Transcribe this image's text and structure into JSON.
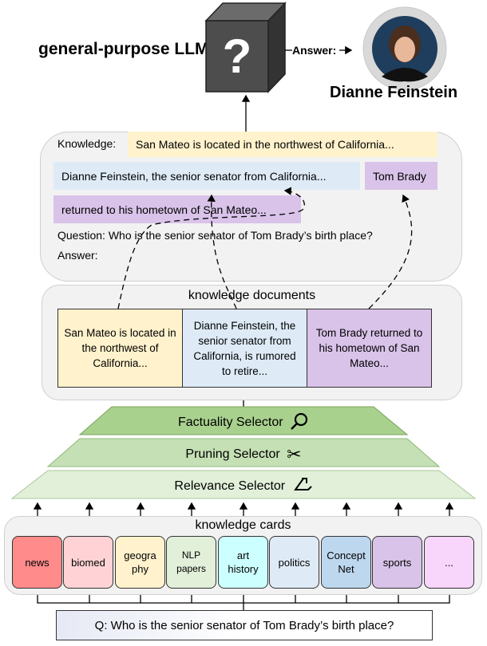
{
  "llm": {
    "label": "general-purpose LLM",
    "symbol": "?"
  },
  "answer": {
    "label": "Answer:",
    "name": "Dianne Feinstein"
  },
  "prompt": {
    "knowledge_label": "Knowledge:",
    "segments": [
      {
        "text": "San Mateo is located in the northwest of California...",
        "color": "#fff2cc"
      },
      {
        "text": "Dianne Feinstein, the senior senator from California...",
        "color": "#deebf7"
      },
      {
        "text": "Tom Brady",
        "color": "#d9c3e9"
      },
      {
        "text": "returned to his hometown of San Mateo...",
        "color": "#d9c3e9"
      }
    ],
    "question": "Question: Who is the senior senator of Tom Brady’s birth place?",
    "answer": "Answer:"
  },
  "documents": {
    "title": "knowledge documents",
    "items": [
      {
        "text": "San Mateo is located in the northwest of California...",
        "color": "#fff2cc"
      },
      {
        "text": "Dianne Feinstein, the senior senator from California, is rumored to retire...",
        "color": "#deebf7"
      },
      {
        "text": "Tom Brady returned to his hometown of San Mateo...",
        "color": "#d9c3e9"
      }
    ]
  },
  "selectors": [
    {
      "label": "Factuality Selector",
      "icon": "magnifier-icon",
      "color": "#a9d18e"
    },
    {
      "label": "Pruning Selector",
      "icon": "scissors-icon",
      "color": "#c5e0b4"
    },
    {
      "label": "Relevance Selector",
      "icon": "relevance-arrow-icon",
      "color": "#e2f0d9"
    }
  ],
  "cards": {
    "title": "knowledge cards",
    "items": [
      {
        "label": "news",
        "color": "#ff8b8b"
      },
      {
        "label": "biomed",
        "color": "#ffd3d5"
      },
      {
        "label": "geogra phy",
        "color": "#fff2cc"
      },
      {
        "label": "NLP papers",
        "color": "#e2efd9"
      },
      {
        "label": "art history",
        "color": "#ccffff"
      },
      {
        "label": "politics",
        "color": "#deebf7"
      },
      {
        "label": "Concept Net",
        "color": "#bdd7ee"
      },
      {
        "label": "sports",
        "color": "#d9c3e9"
      },
      {
        "label": "...",
        "color": "#f8d5fb"
      }
    ]
  },
  "query": "Q: Who is the senior senator of Tom Brady’s birth place?"
}
